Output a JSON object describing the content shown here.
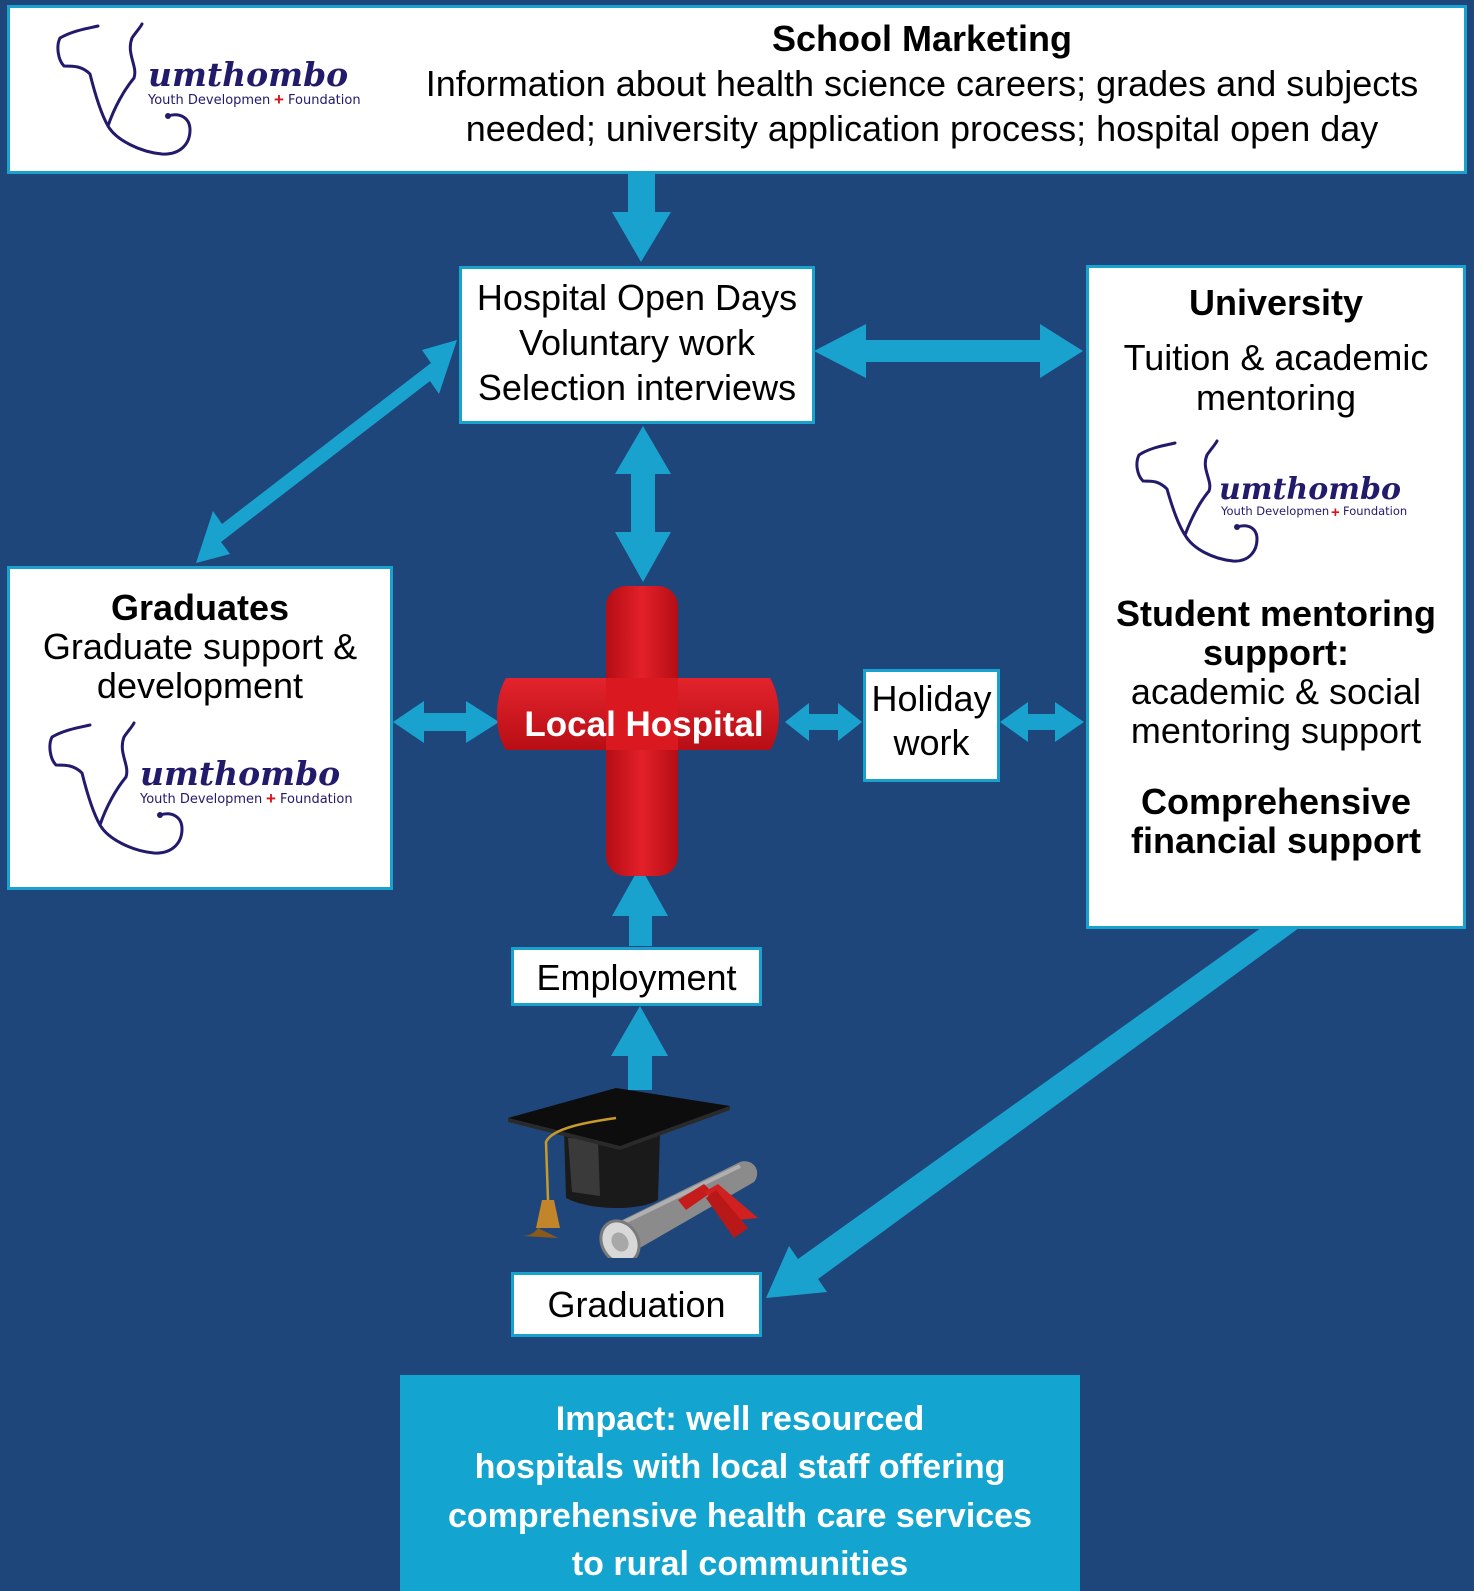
{
  "school_marketing": {
    "title": "School Marketing",
    "line1": "Information about health science careers; grades and subjects",
    "line2": "needed; university application process; hospital open day"
  },
  "hospital_activities": {
    "line1": "Hospital Open Days",
    "line2": "Voluntary work",
    "line3": "Selection interviews"
  },
  "university": {
    "title": "University",
    "tuition_line1": "Tuition & academic",
    "tuition_line2": "mentoring",
    "mentoring_title1": "Student mentoring",
    "mentoring_title2": "support:",
    "mentoring_line1": "academic & social",
    "mentoring_line2": "mentoring support",
    "financial_line1": "Comprehensive",
    "financial_line2": "financial support"
  },
  "graduates": {
    "title": "Graduates",
    "line1": "Graduate support &",
    "line2": "development"
  },
  "local_hospital": {
    "label": "Local Hospital"
  },
  "holiday_work": {
    "line1": "Holiday",
    "line2": "work"
  },
  "employment": {
    "label": "Employment"
  },
  "graduation": {
    "label": "Graduation"
  },
  "impact": {
    "line1": "Impact: well resourced",
    "line2": "hospitals with local staff offering",
    "line3": "comprehensive health care services",
    "line4": "to rural communities"
  },
  "logo": {
    "word": "umthombo",
    "sub_left": "Youth Developmen",
    "sub_right": "Foundation"
  },
  "colors": {
    "background": "#1f467a",
    "arrow": "#1aa2cf",
    "box_fill": "#ffffff",
    "cross": "#d9141c",
    "logo_ink": "#221a6b",
    "impact_fill": "#13a4cf"
  }
}
